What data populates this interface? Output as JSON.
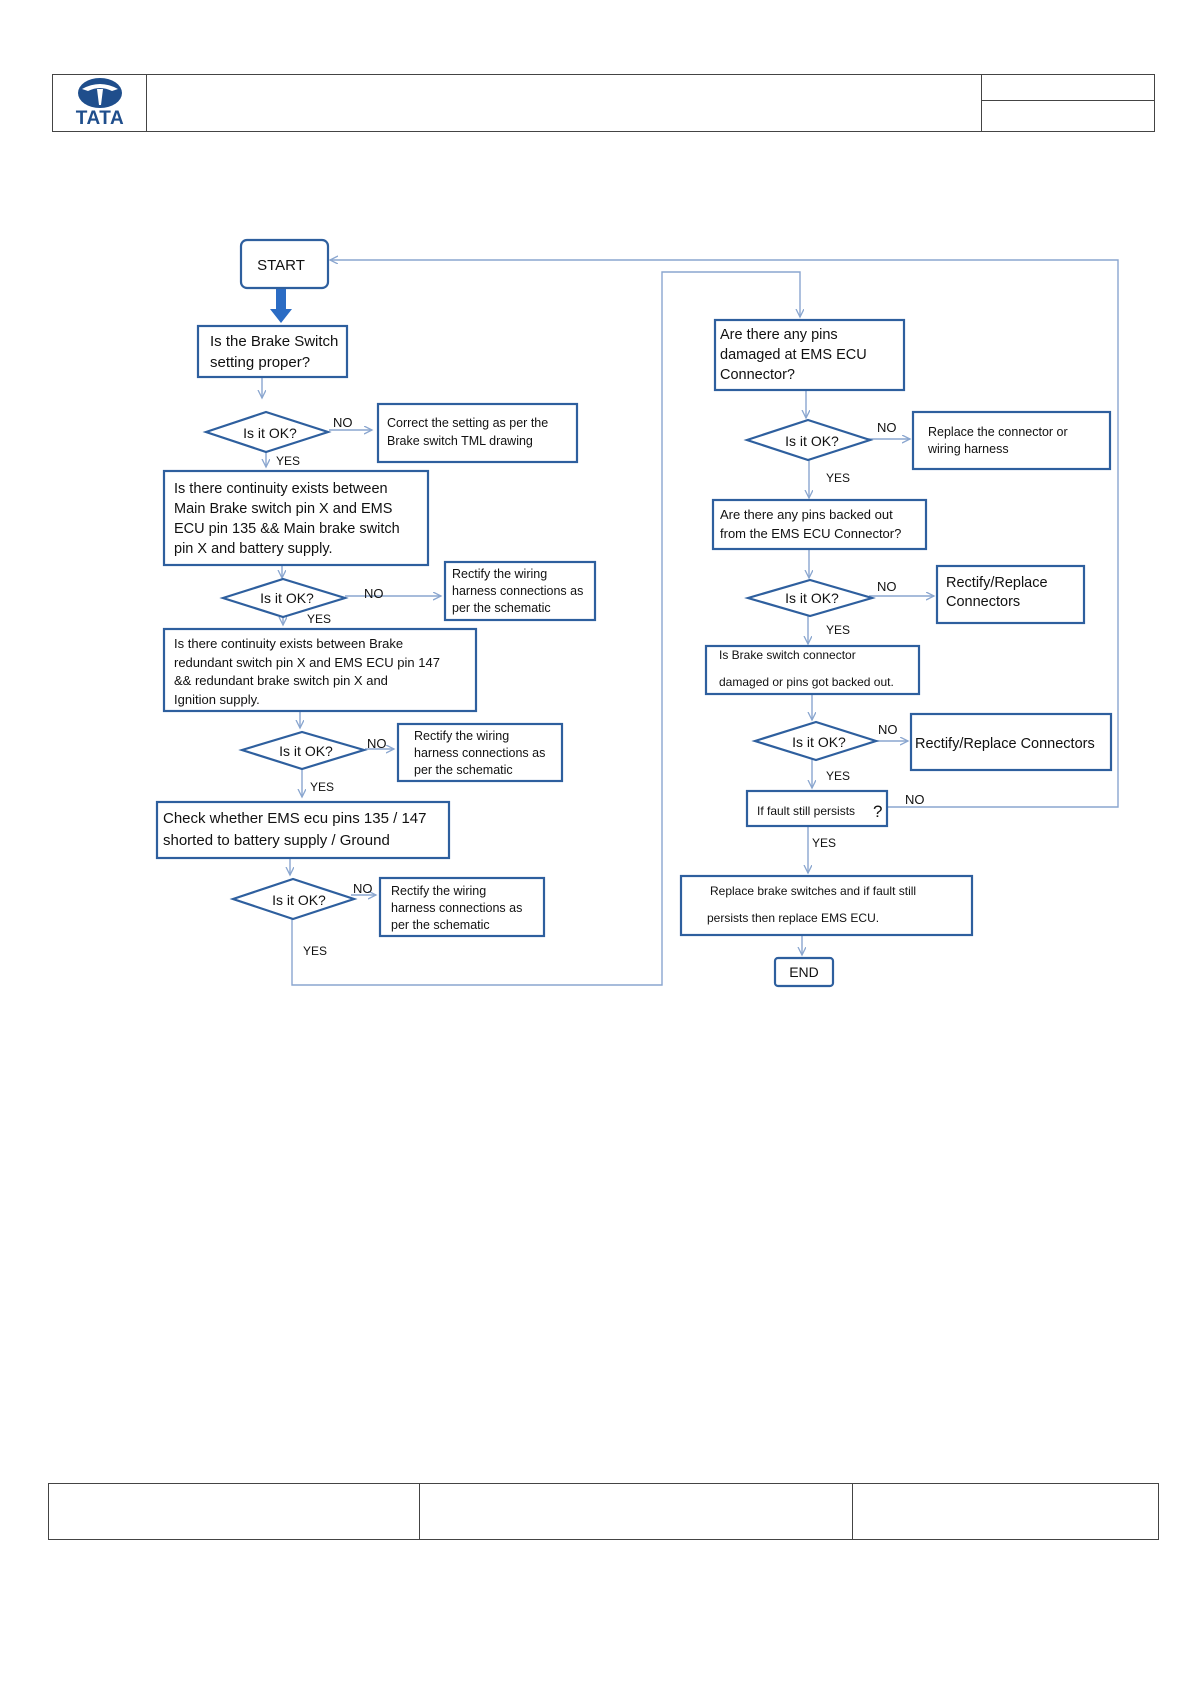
{
  "header": {
    "logo_text": "TATA",
    "title": "",
    "right_top": "",
    "right_bottom": ""
  },
  "flowchart": {
    "start": "START",
    "end": "END",
    "left_column": {
      "q1": [
        "Is the Brake Switch",
        "setting proper?"
      ],
      "d1": "Is it OK?",
      "a1": [
        "Correct the setting as per the",
        "Brake switch TML drawing"
      ],
      "q2": [
        "Is there continuity exists between",
        "Main Brake switch pin X and EMS",
        "ECU pin 135 && Main brake switch",
        "pin X and battery supply."
      ],
      "d2": "Is it OK?",
      "a2": [
        "Rectify the wiring",
        "harness connections as",
        "per the schematic"
      ],
      "q3": [
        "Is there continuity exists between Brake",
        "redundant switch pin X and EMS ECU pin 147",
        "&& redundant brake switch pin X and",
        "Ignition supply."
      ],
      "d3": "Is it OK?",
      "a3": [
        "Rectify the wiring",
        "harness connections as",
        "per the schematic"
      ],
      "q4": [
        "Check whether EMS ecu pins 135 / 147",
        "shorted to battery supply / Ground"
      ],
      "d4": "Is it OK?",
      "a4": [
        "Rectify the wiring",
        "harness connections as",
        "per the schematic"
      ]
    },
    "right_column": {
      "q5": [
        "Are there any pins",
        "damaged at EMS ECU",
        "Connector?"
      ],
      "d5": "Is it OK?",
      "a5": [
        "Replace the connector or",
        "wiring harness"
      ],
      "q6": [
        "Are there any pins backed out",
        "from the EMS ECU Connector?"
      ],
      "d6": "Is it OK?",
      "a6": [
        "Rectify/Replace",
        "Connectors"
      ],
      "q7": [
        "Is Brake switch connector",
        "damaged or pins got backed out."
      ],
      "d7": "Is it OK?",
      "a7": "Rectify/Replace Connectors",
      "q8": "If fault still persists",
      "q8_mark": "?",
      "final": [
        "Replace brake switches and if fault still",
        "persists then replace EMS ECU."
      ]
    },
    "labels": {
      "yes": "YES",
      "no": "NO"
    }
  },
  "footer": {
    "left": "",
    "middle": "",
    "right": ""
  },
  "colors": {
    "box_border": "#2e5f9e",
    "connector": "#8aa6cf",
    "start_arrow": "#2b6cc4"
  }
}
